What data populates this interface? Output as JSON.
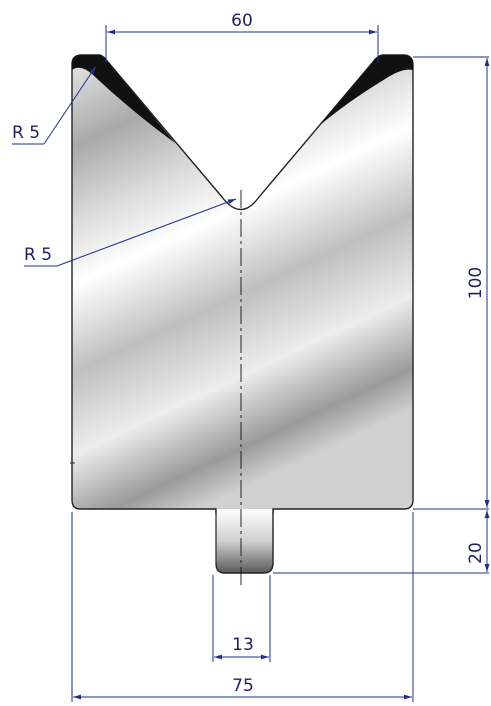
{
  "drawing": {
    "dimensions": {
      "top_width": "60",
      "total_width": "75",
      "height": "100",
      "tang_height": "20",
      "tang_width": "13",
      "shoulder_radius": "R 5",
      "bottom_radius": "R 5"
    },
    "colors": {
      "dimension_line": "#1f2f8a",
      "dimension_text": "#1f1f5e",
      "outline": "#222222",
      "steel_light": "#ffffff",
      "steel_dark": "#6d6d6d"
    }
  }
}
